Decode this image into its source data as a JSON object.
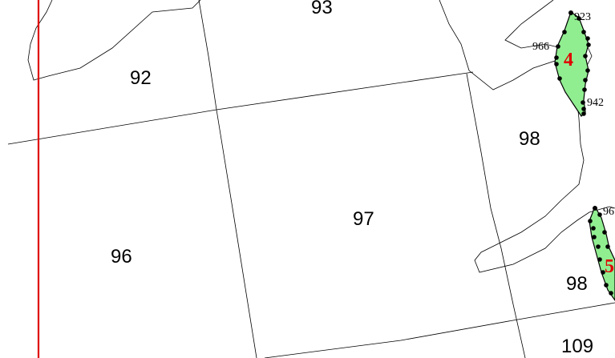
{
  "colors": {
    "zone_fill": "#90ee90",
    "zone_label": "#e00000",
    "reference_line": "#e00000",
    "boundary": "#000000",
    "background": "#ffffff"
  },
  "regions": [
    {
      "id": "r93",
      "label": "93"
    },
    {
      "id": "r92",
      "label": "92"
    },
    {
      "id": "r96",
      "label": "96"
    },
    {
      "id": "r97",
      "label": "97"
    },
    {
      "id": "r98a",
      "label": "98"
    },
    {
      "id": "r98b",
      "label": "98"
    },
    {
      "id": "r109",
      "label": "109"
    }
  ],
  "zones": [
    {
      "id": "zone-4",
      "label": "4"
    },
    {
      "id": "zone-5",
      "label": "5"
    }
  ],
  "points": [
    {
      "id": "p923",
      "label": "923"
    },
    {
      "id": "p966a",
      "label": "966"
    },
    {
      "id": "p942",
      "label": "942"
    },
    {
      "id": "p96",
      "label": "96"
    }
  ]
}
